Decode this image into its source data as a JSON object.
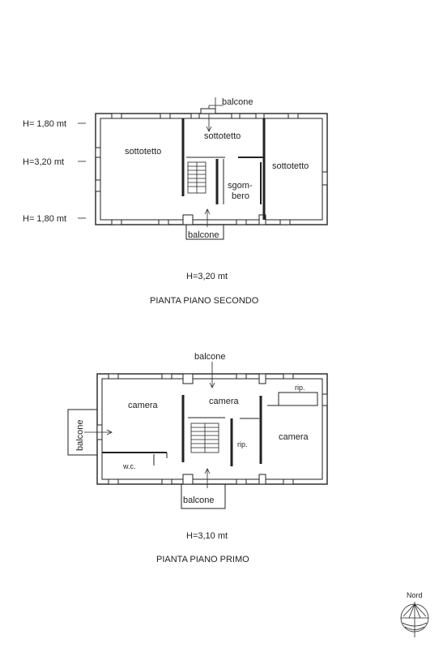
{
  "upper_floor": {
    "rooms": {
      "left": "sottotetto",
      "center": "sottotetto",
      "right": "sottotetto",
      "storage_line1": "sgom-",
      "storage_line2": "bero"
    },
    "balcony_top": "balcone",
    "balcony_bottom": "balcone",
    "heights": {
      "top": "H= 1,80 mt",
      "middle": "H=3,20 mt",
      "bottom": "H= 1,80 mt"
    },
    "height_caption": "H=3,20 mt",
    "title": "PIANTA PIANO SECONDO"
  },
  "first_floor": {
    "rooms": {
      "left": "camera",
      "center": "camera",
      "right": "camera",
      "wc": "w.c.",
      "closet_center": "rip.",
      "closet_right": "rip."
    },
    "balcony_top": "balcone",
    "balcony_bottom": "balcone",
    "balcony_side": "balcone",
    "height_caption": "H=3,10 mt",
    "title": "PIANTA PIANO PRIMO"
  },
  "compass": {
    "label": "Nord"
  }
}
